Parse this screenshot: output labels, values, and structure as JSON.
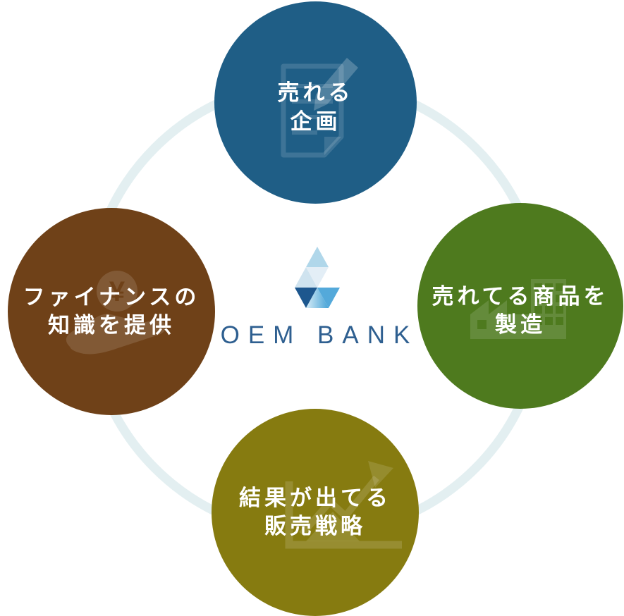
{
  "diagram": {
    "brand": {
      "wordmark": "OEM BANK",
      "wordmark_color": "#2e5f90",
      "mark_colors": {
        "apex": "#b0d7ea",
        "upper_left": "#cfe3ef",
        "upper_right": "#e3eef6",
        "lower_left": "#1d578e",
        "lower_mid": "#47a3d6",
        "lower_right": "#54a9da"
      }
    },
    "ring_color": "#e3eff1",
    "background_color": "#ffffff",
    "nodes": [
      {
        "position": "top",
        "label_line1": "売れる",
        "label_line2": "企画",
        "color": "#1f5e86",
        "icon": "document-pencil-icon"
      },
      {
        "position": "right",
        "label_line1": "売れてる商品を",
        "label_line2": "製造",
        "color": "#4e7a1e",
        "icon": "factory-icon"
      },
      {
        "position": "bottom",
        "label_line1": "結果が出てる",
        "label_line2": "販売戦略",
        "color": "#867b10",
        "icon": "growth-chart-icon"
      },
      {
        "position": "left",
        "label_line1": "ファイナンスの",
        "label_line2": "知識を提供",
        "color": "#6f4118",
        "icon": "hand-coin-icon",
        "currency_symbol": "¥"
      }
    ]
  }
}
